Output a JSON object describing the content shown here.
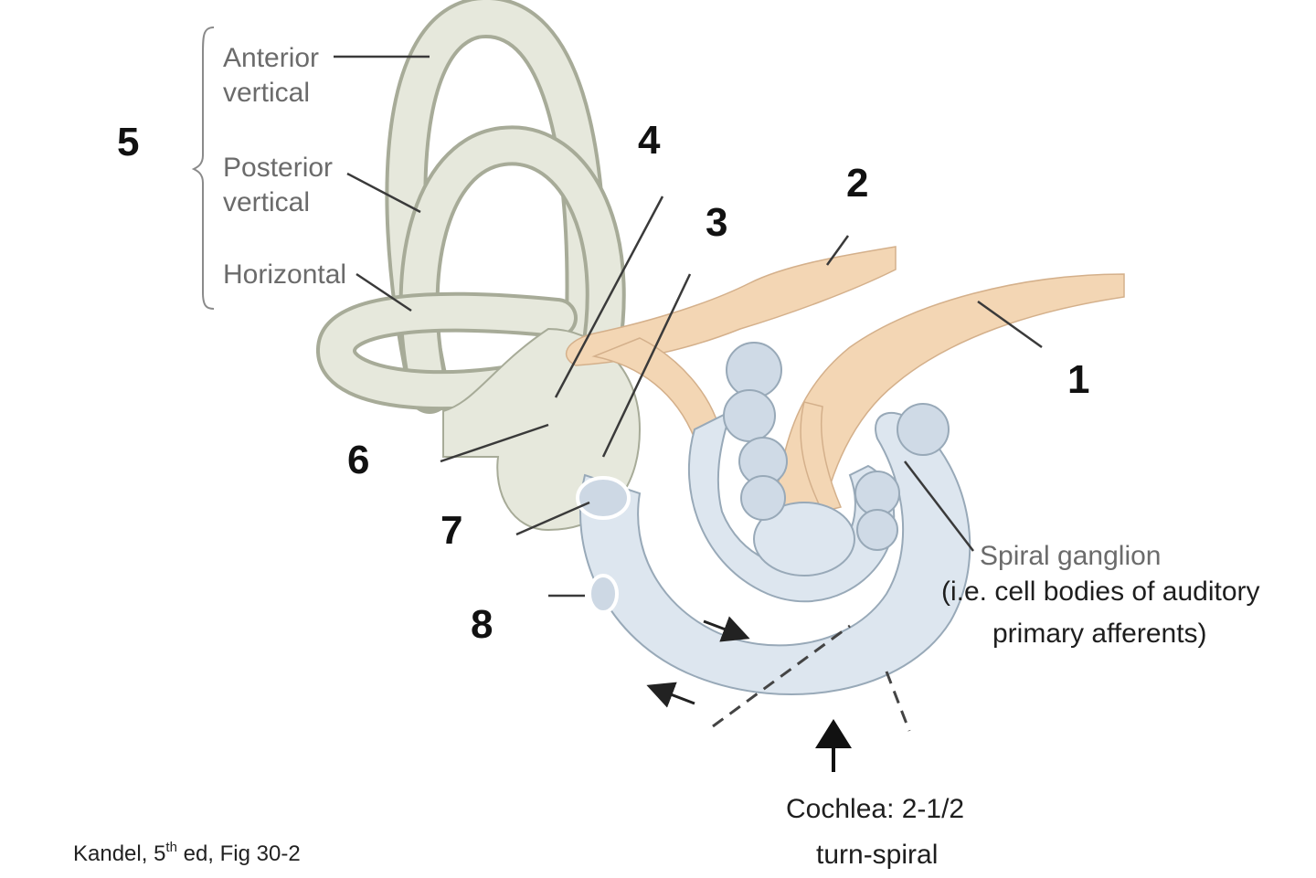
{
  "colors": {
    "canal_fill": "#e6e8dc",
    "canal_edge": "#a7ab98",
    "nerve_fill": "#f3d6b4",
    "nerve_edge": "#d4b08b",
    "cochlea_fill": "#dde6ef",
    "cochlea_edge": "#98a9b8",
    "leader": "#3a3a3a"
  },
  "canal_labels": {
    "anterior_line1": "Anterior",
    "anterior_line2": "vertical",
    "posterior_line1": "Posterior",
    "posterior_line2": "vertical",
    "horizontal": "Horizontal"
  },
  "numbers": {
    "n1": "1",
    "n2": "2",
    "n3": "3",
    "n4": "4",
    "n5": "5",
    "n6": "6",
    "n7": "7",
    "n8": "8"
  },
  "spiral_ganglion": {
    "title": "Spiral ganglion",
    "note_line1": "(i.e. cell bodies of auditory",
    "note_line2": "primary afferents)"
  },
  "cochlea_caption": {
    "line1": "Cochlea: 2-1/2",
    "line2": "turn-spiral"
  },
  "citation": {
    "before": "Kandel, 5",
    "sup": "th",
    "after": " ed, Fig 30-2"
  }
}
